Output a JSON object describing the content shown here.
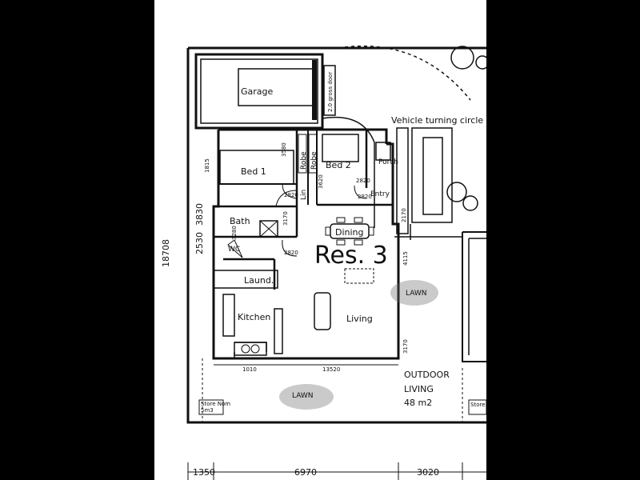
{
  "plan": {
    "title": "Res. 3",
    "rooms": {
      "garage": "Garage",
      "bed1": "Bed 1",
      "bed2": "Bed 2",
      "bath": "Bath",
      "wc": "WC",
      "laund": "Laund.",
      "kitchen": "Kitchen",
      "dining": "Dining",
      "living": "Living",
      "porch": "Porch",
      "entry": "Entry",
      "robe1": "Robe",
      "robe2": "Robe",
      "lin": "Lin"
    },
    "labels": {
      "vehicle_turning": "Vehicle turning circle",
      "lawn1": "LAWN",
      "lawn2": "LAWN",
      "outdoor_living_1": "OUTDOOR",
      "outdoor_living_2": "LIVING",
      "outdoor_area": "48 m2",
      "store_left": "Store Nom",
      "store_left_2": "5m3",
      "store_right": "Store",
      "garage_sign": "2.0 gross door"
    },
    "dimensions": {
      "left_total": "18708",
      "setback": "2530",
      "setback2": "3830",
      "bottom_left": "1350",
      "bottom_mid": "6970",
      "bottom_right": "3020",
      "d_1010": "1010",
      "d_13520": "13520",
      "d_3580": "3580",
      "d_2820_a": "2820",
      "d_2820_b": "2820",
      "d_3620": "3620",
      "d_3170": "3170",
      "d_3280": "3280",
      "d_2170": "2170",
      "d_4115": "4115",
      "d_3170b": "3170",
      "d_1815": "1815",
      "d_2820_c": "2820",
      "d_2820_d": "2820"
    }
  }
}
